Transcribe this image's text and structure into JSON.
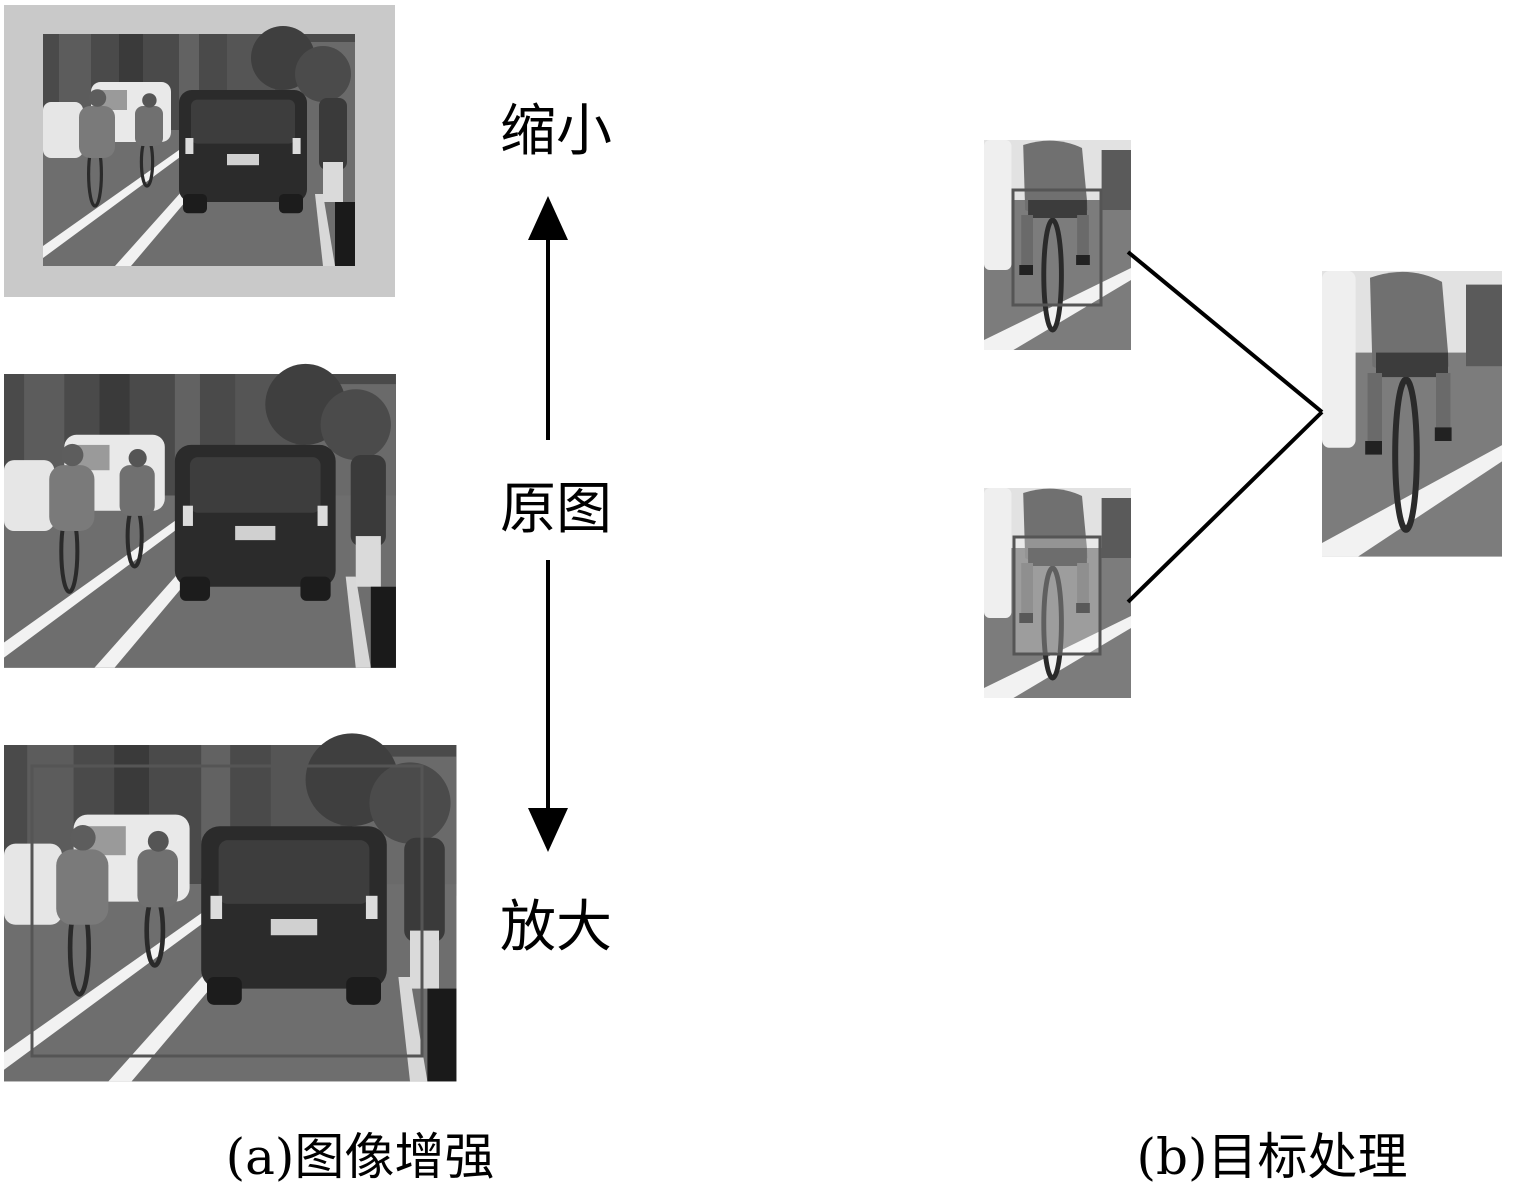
{
  "panel_a": {
    "label_shrink": "缩小",
    "label_original": "原图",
    "label_enlarge": "放大",
    "caption": "(a)图像增强",
    "photo_pad_color": "#c9c9c9"
  },
  "panel_b": {
    "caption": "(b)目标处理",
    "box_color": "#555555"
  },
  "colors": {
    "ink": "#000000",
    "road": "#6e6e6e",
    "lane": "#f2f2f2",
    "car": "#2b2b2b",
    "building": "#4a4a4a",
    "van": "#e6e6e6",
    "rider": "#7a7a7a"
  }
}
